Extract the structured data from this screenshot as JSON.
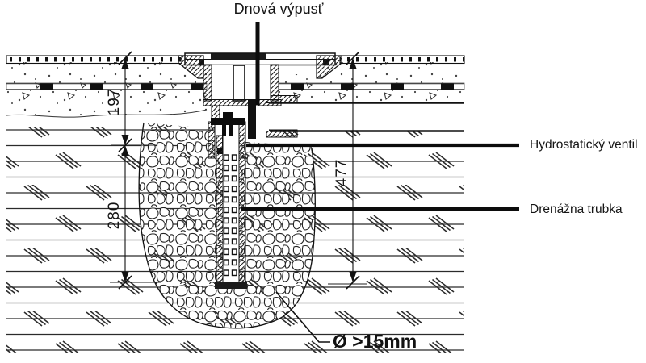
{
  "meta": {
    "type": "technical-section-drawing",
    "background": "#ffffff",
    "ink": "#1a1a1a"
  },
  "labels": {
    "top_callout": "Dnová výpusť",
    "valve_callout": "Hydrostatický ventil",
    "pipe_callout": "Drenážna trubka",
    "gravel_callout": "Ø >15mm"
  },
  "dimensions": {
    "upper_depth": "197",
    "lower_depth": "280",
    "total_depth": "477"
  }
}
